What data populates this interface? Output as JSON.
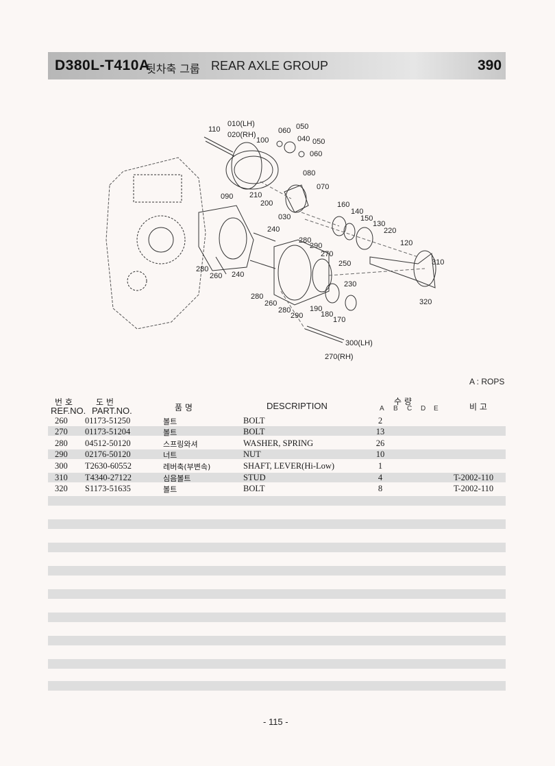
{
  "header": {
    "model": "D380L-T410A",
    "group_kr": "뒷차축 그룹",
    "group_en": "REAR AXLE GROUP",
    "page_code": "390"
  },
  "diagram": {
    "callouts": [
      "110",
      "010(LH)",
      "020(RH)",
      "100",
      "060",
      "050",
      "040",
      "050",
      "060",
      "080",
      "070",
      "090",
      "210",
      "200",
      "030",
      "160",
      "140",
      "150",
      "130",
      "220",
      "120",
      "240",
      "280",
      "290",
      "270",
      "250",
      "310",
      "280",
      "260",
      "240",
      "230",
      "320",
      "280",
      "260",
      "190",
      "280",
      "290",
      "180",
      "170",
      "300(LH)",
      "270(RH)"
    ]
  },
  "note": "A : ROPS",
  "table": {
    "headers": {
      "ref_kr": "번 호",
      "ref_en": "REF.NO.",
      "part_kr": "도 번",
      "part_en": "PART.NO.",
      "name_kr": "품 명",
      "description": "DESCRIPTION",
      "qty_kr": "수 량",
      "qty_cols": [
        "A",
        "B",
        "C",
        "D",
        "E"
      ],
      "remarks_kr": "비 고"
    },
    "rows": [
      {
        "ref": "260",
        "part": "01173-51250",
        "name": "볼트",
        "desc": "BOLT",
        "qty": "2",
        "remarks": ""
      },
      {
        "ref": "270",
        "part": "01173-51204",
        "name": "볼트",
        "desc": "BOLT",
        "qty": "13",
        "remarks": ""
      },
      {
        "ref": "280",
        "part": "04512-50120",
        "name": "스프링와셔",
        "desc": "WASHER, SPRING",
        "qty": "26",
        "remarks": ""
      },
      {
        "ref": "290",
        "part": "02176-50120",
        "name": "너트",
        "desc": "NUT",
        "qty": "10",
        "remarks": ""
      },
      {
        "ref": "300",
        "part": "T2630-60552",
        "name": "레버축(부변속)",
        "desc": "SHAFT, LEVER(Hi-Low)",
        "qty": "1",
        "remarks": ""
      },
      {
        "ref": "310",
        "part": "T4340-27122",
        "name": "심음볼트",
        "desc": "STUD",
        "qty": "4",
        "remarks": "T-2002-110"
      },
      {
        "ref": "320",
        "part": "S1173-51635",
        "name": "볼트",
        "desc": "BOLT",
        "qty": "8",
        "remarks": "T-2002-110"
      }
    ]
  },
  "footer": {
    "page_number": "- 115 -"
  }
}
